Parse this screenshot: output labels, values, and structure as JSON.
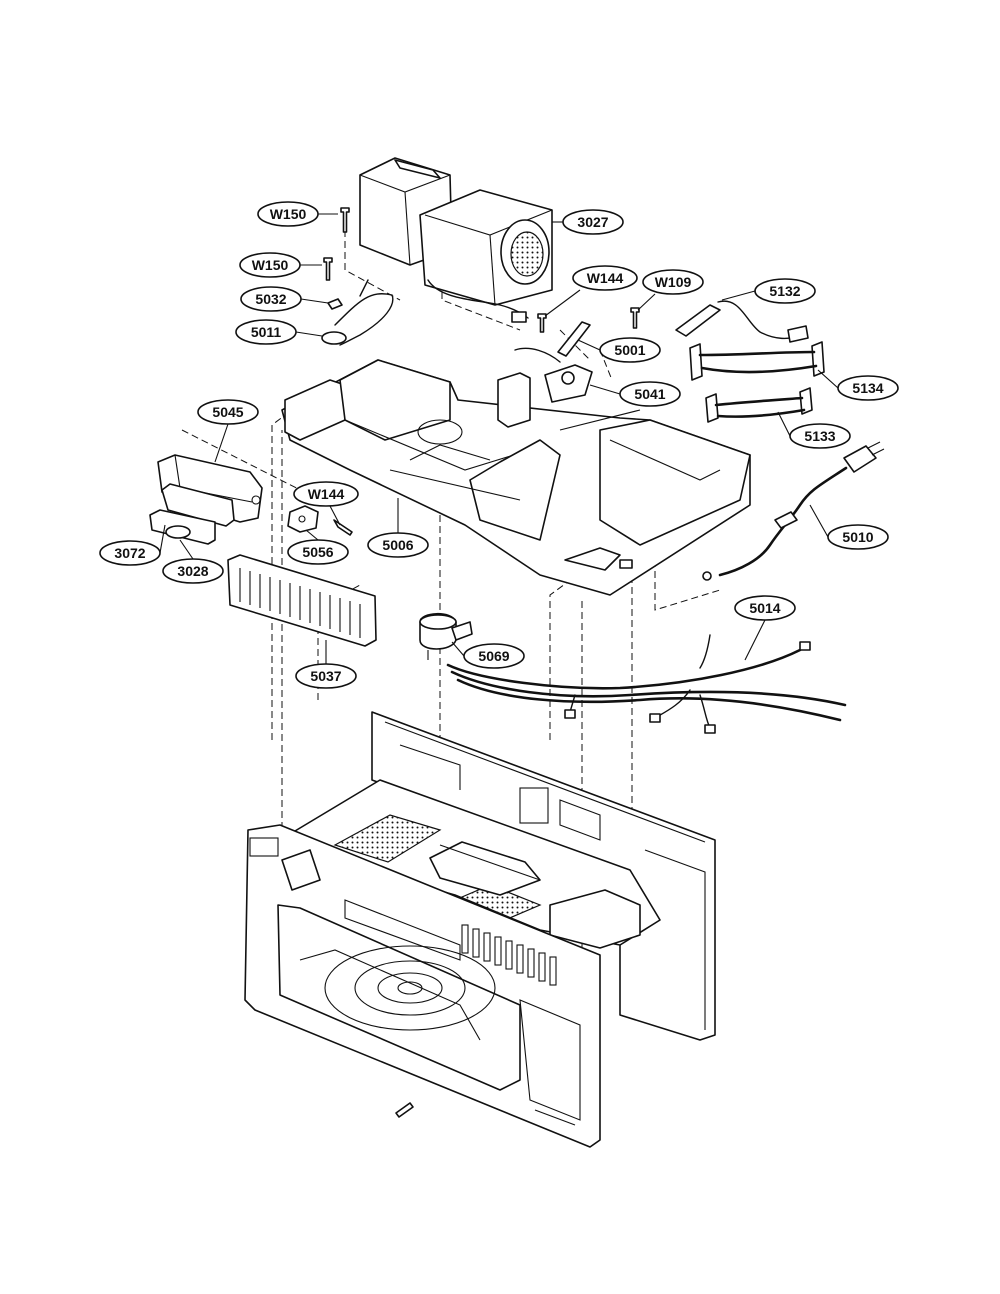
{
  "callouts": [
    {
      "id": "W150"
    },
    {
      "id": "3027"
    },
    {
      "id": "W150"
    },
    {
      "id": "5032"
    },
    {
      "id": "W144"
    },
    {
      "id": "W109"
    },
    {
      "id": "5132"
    },
    {
      "id": "5011"
    },
    {
      "id": "5001"
    },
    {
      "id": "5041"
    },
    {
      "id": "5134"
    },
    {
      "id": "5045"
    },
    {
      "id": "5133"
    },
    {
      "id": "W144"
    },
    {
      "id": "5010"
    },
    {
      "id": "5056"
    },
    {
      "id": "5006"
    },
    {
      "id": "3072"
    },
    {
      "id": "3028"
    },
    {
      "id": "5014"
    },
    {
      "id": "5069"
    },
    {
      "id": "5037"
    }
  ]
}
